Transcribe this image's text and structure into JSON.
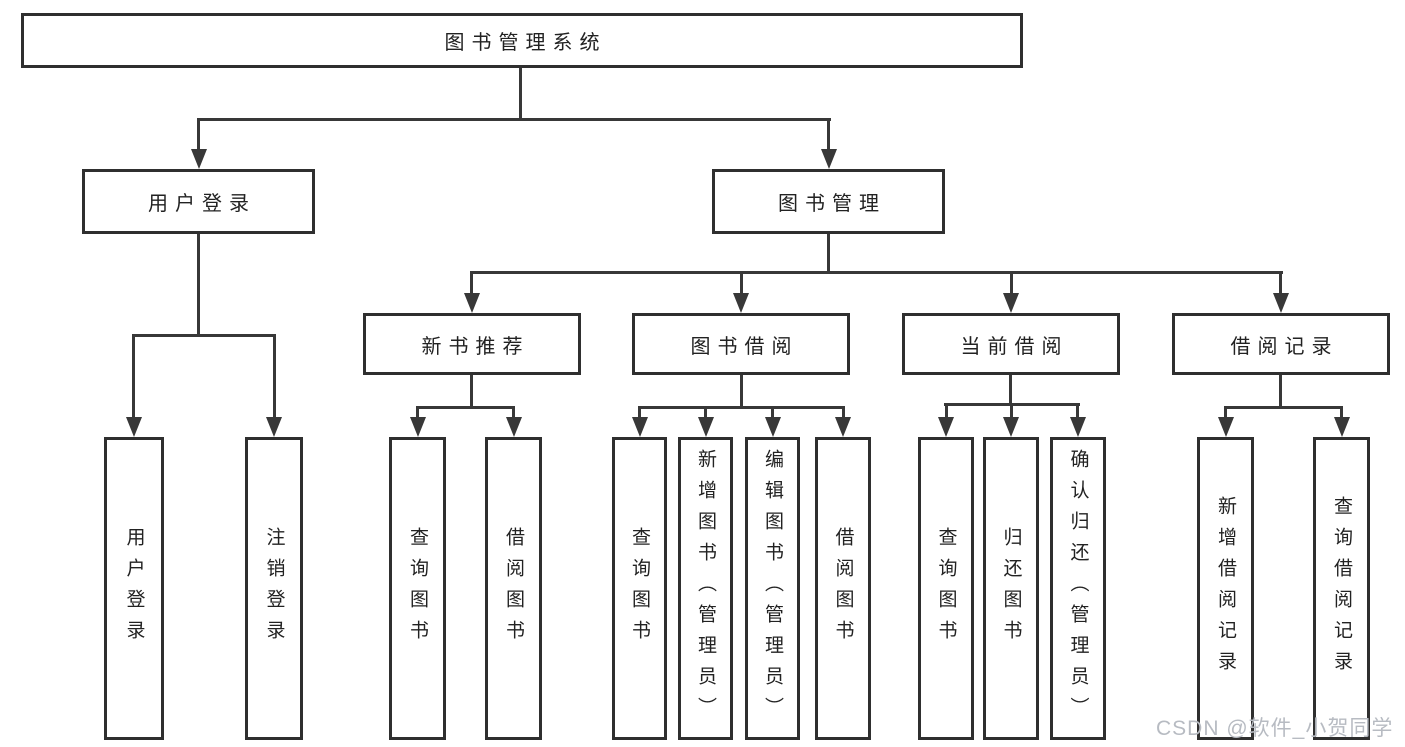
{
  "tree": {
    "root": {
      "label": "图书管理系统"
    },
    "branches": [
      {
        "label": "用户登录",
        "leaves": [
          {
            "label": "用户登录"
          },
          {
            "label": "注销登录"
          }
        ]
      },
      {
        "label": "图书管理",
        "groups": [
          {
            "label": "新书推荐",
            "leaves": [
              {
                "label": "查询图书"
              },
              {
                "label": "借阅图书"
              }
            ]
          },
          {
            "label": "图书借阅",
            "leaves": [
              {
                "label": "查询图书"
              },
              {
                "label": "新增图书（管理员）"
              },
              {
                "label": "编辑图书（管理员）"
              },
              {
                "label": "借阅图书"
              }
            ]
          },
          {
            "label": "当前借阅",
            "leaves": [
              {
                "label": "查询图书"
              },
              {
                "label": "归还图书"
              },
              {
                "label": "确认归还（管理员）"
              }
            ]
          },
          {
            "label": "借阅记录",
            "leaves": [
              {
                "label": "新增借阅记录"
              },
              {
                "label": "查询借阅记录"
              }
            ]
          }
        ]
      }
    ]
  },
  "watermark": {
    "text": "CSDN @软件_小贺同学"
  },
  "colors": {
    "line": "#383838",
    "box_border": "#2f2f2f",
    "text": "#222222",
    "watermark": "#b7bbc2",
    "background": "#ffffff"
  }
}
